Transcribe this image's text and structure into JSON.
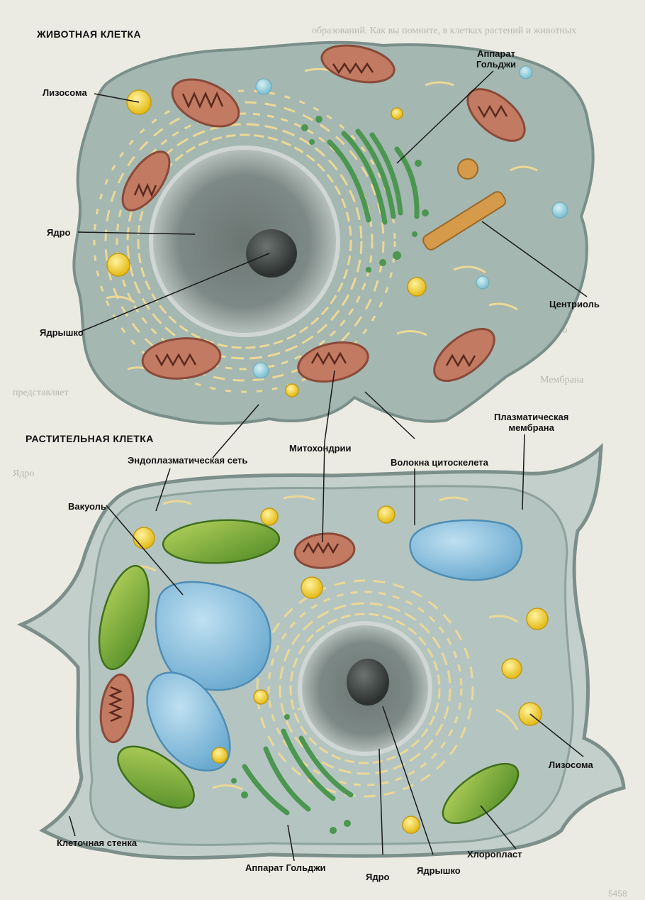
{
  "animal_cell": {
    "title": "ЖИВОТНАЯ КЛЕТКА",
    "labels": {
      "lysosome": "Лизосома",
      "golgi": "Аппарат\nГольджи",
      "nucleus": "Ядро",
      "centriole": "Центриоль",
      "nucleolus": "Ядрышко"
    }
  },
  "shared_labels": {
    "plasma_membrane": "Плазматическая\nмембрана",
    "mitochondria": "Митохондрии",
    "cytoskeleton": "Волокна цитоскелета",
    "er": "Эндоплазматическая сеть"
  },
  "plant_cell": {
    "title": "РАСТИТЕЛЬНАЯ КЛЕТКА",
    "labels": {
      "vacuole": "Вакуоль",
      "lysosome": "Лизосома",
      "cell_wall": "Клеточная стенка",
      "chloroplast": "Хлоропласт",
      "golgi": "Аппарат Гольджи",
      "nucleus": "Ядро",
      "nucleolus": "Ядрышко"
    }
  },
  "background_text": {
    "line1": "образований. Как вы помните, в клетках растений и животных",
    "line2": "Ядро",
    "line3": "Мембрана",
    "line4": "представляет",
    "line5": "Ядро"
  },
  "page_number": "5458",
  "colors": {
    "cytoplasm_animal": "#9fb3ad",
    "cytoplasm_plant": "#b4c3bf",
    "membrane": "#7f948f",
    "nucleus": "#76827f",
    "nucleolus": "#3f4543",
    "mitochondrion": "#b86f5c",
    "golgi": "#4f9a52",
    "er": "#e9d79b",
    "lysosome": "#f0d23a",
    "vacuole": "#8fc2de",
    "chloroplast": "#7fae3c",
    "centriole": "#d59a4a",
    "label_line": "#1a1a1a"
  }
}
